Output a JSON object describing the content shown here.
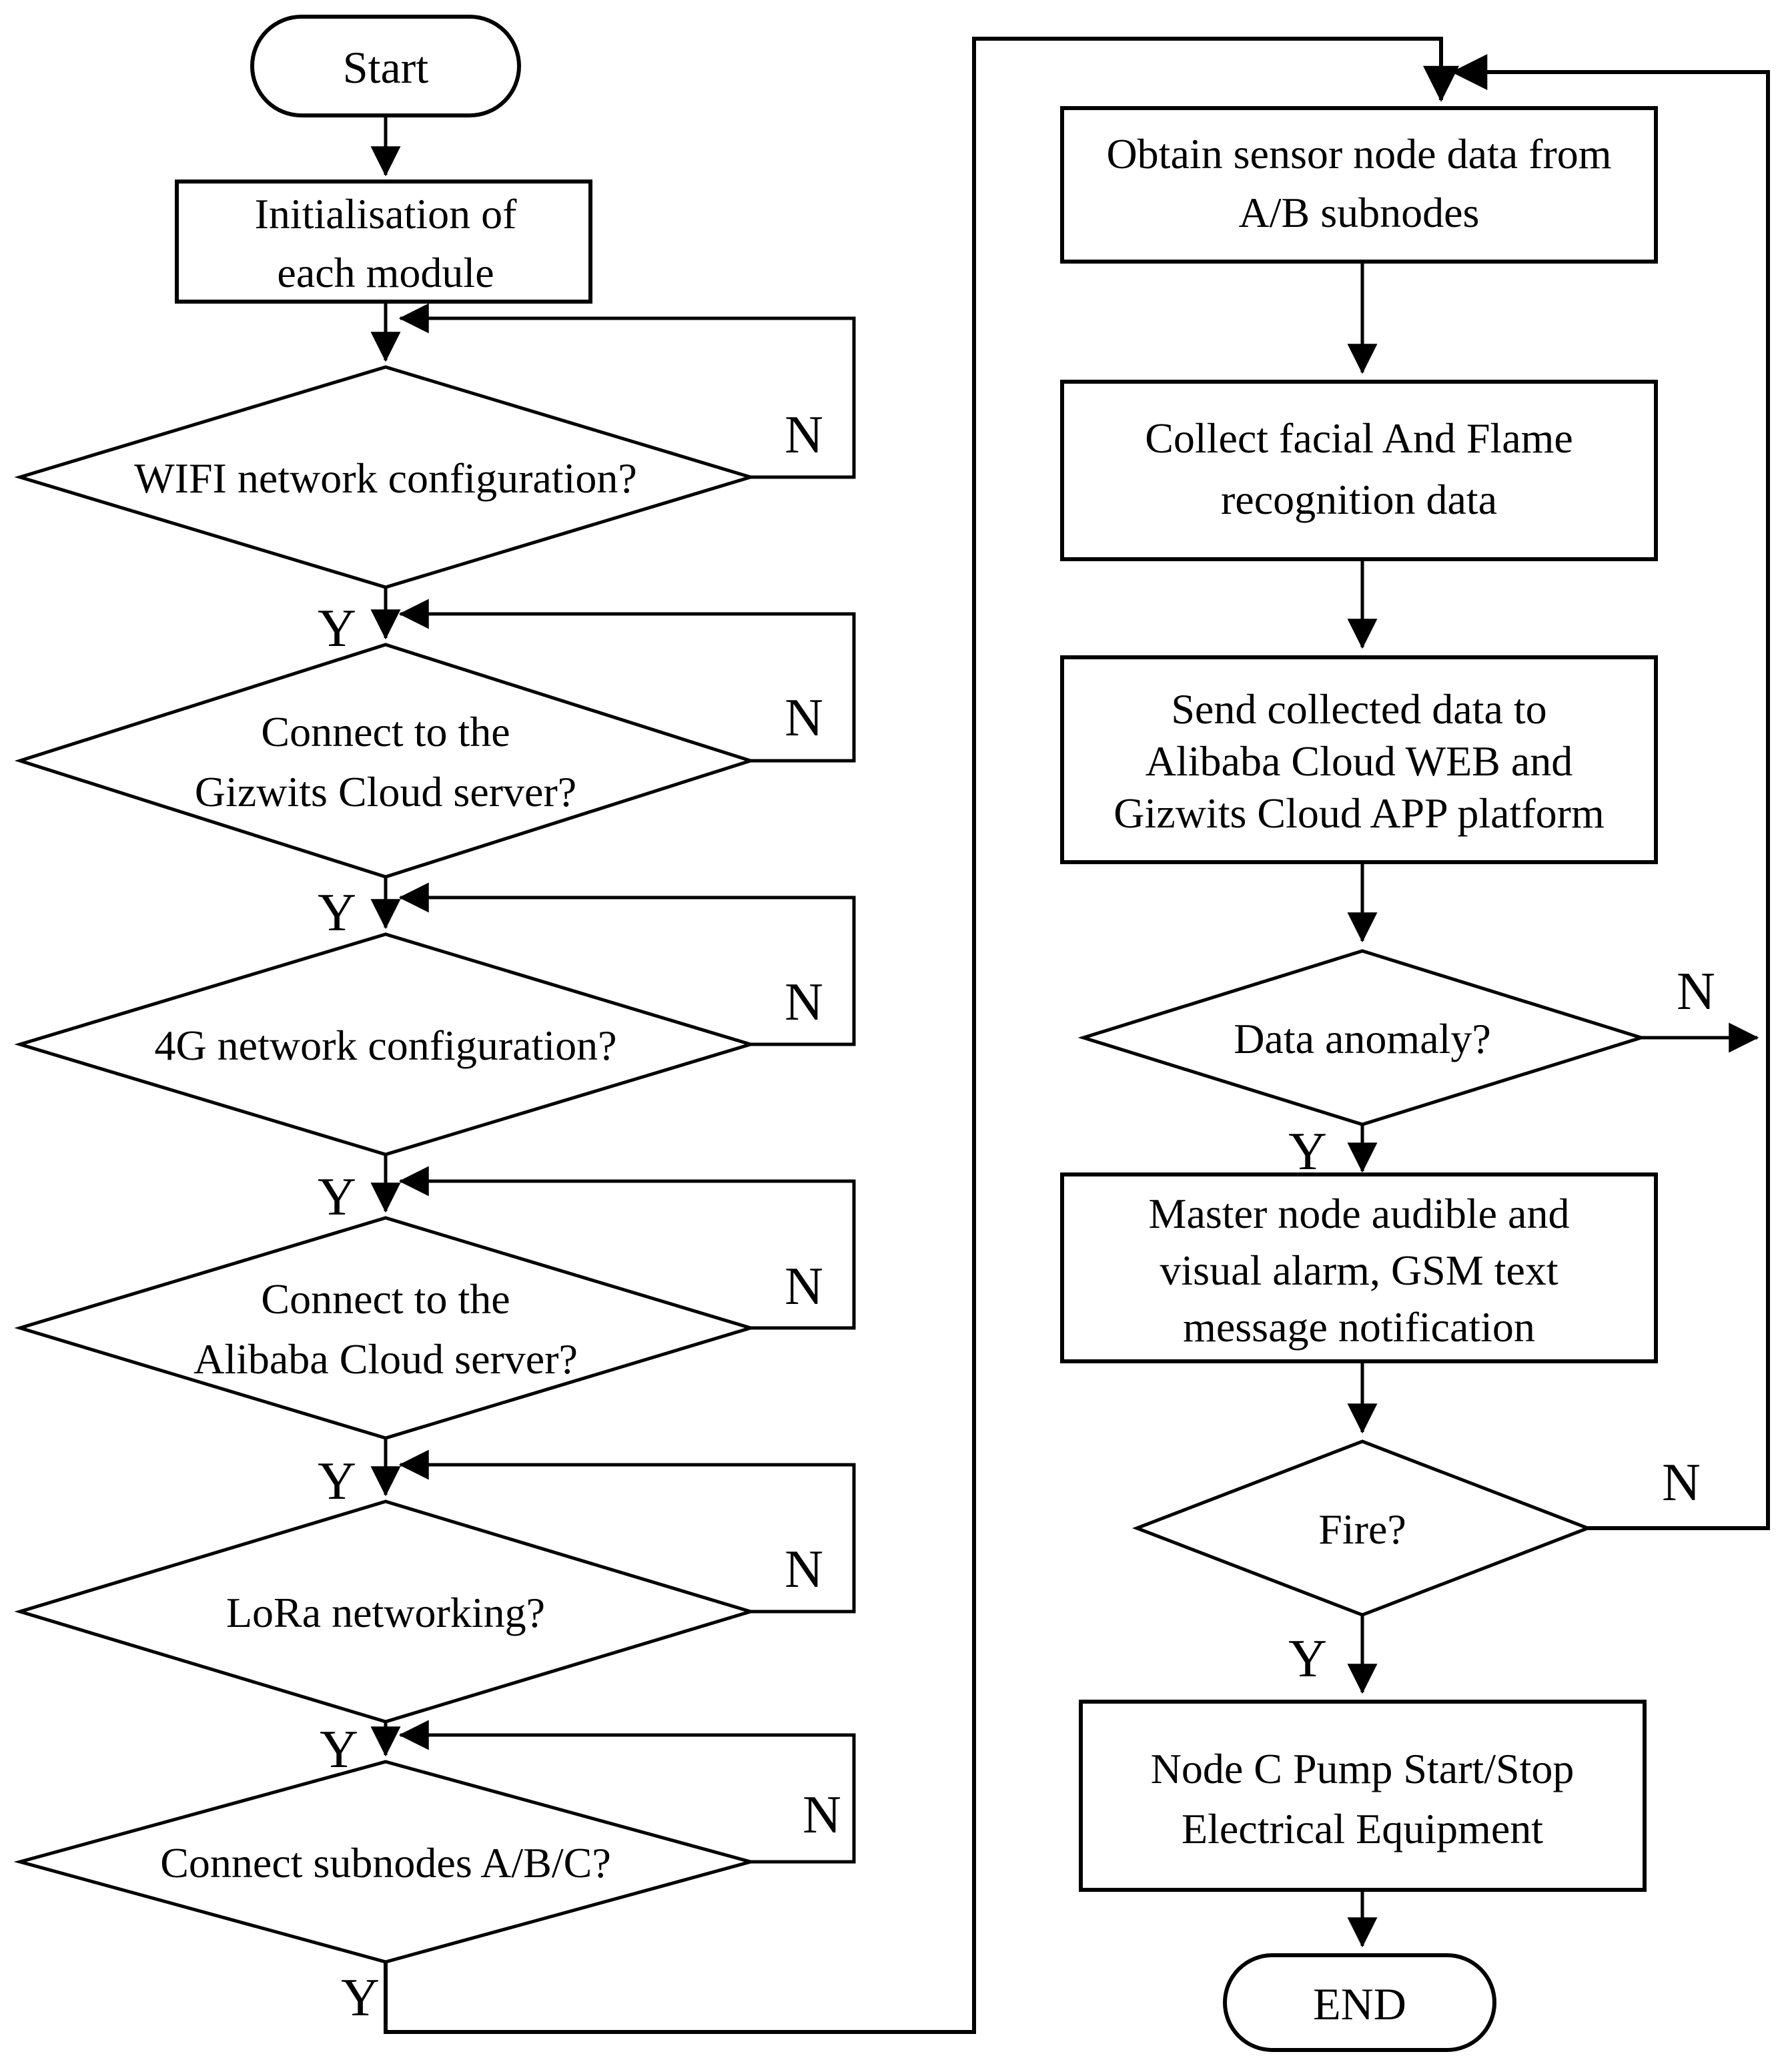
{
  "diagram": {
    "background": "#ffffff",
    "stroke_color": "#000000",
    "text_color": "#000000"
  },
  "nodes": {
    "start": {
      "type": "terminator",
      "lines": [
        "Start"
      ]
    },
    "init": {
      "type": "process",
      "lines": [
        "Initialisation of",
        "each module"
      ]
    },
    "wifi": {
      "type": "decision",
      "lines": [
        "WIFI network configuration?"
      ]
    },
    "gizwits": {
      "type": "decision",
      "lines": [
        "Connect to the",
        "Gizwits Cloud server?"
      ]
    },
    "g4": {
      "type": "decision",
      "lines": [
        "4G network configuration?"
      ]
    },
    "alibaba": {
      "type": "decision",
      "lines": [
        "Connect to the",
        "Alibaba Cloud server?"
      ]
    },
    "lora": {
      "type": "decision",
      "lines": [
        "LoRa networking?"
      ]
    },
    "subnodes": {
      "type": "decision",
      "lines": [
        "Connect subnodes A/B/C?"
      ]
    },
    "obtain": {
      "type": "process",
      "lines": [
        "Obtain sensor node data from",
        "A/B subnodes"
      ]
    },
    "collect": {
      "type": "process",
      "lines": [
        "Collect facial And Flame",
        "recognition data"
      ]
    },
    "send": {
      "type": "process",
      "lines": [
        "Send collected data to",
        "Alibaba Cloud WEB and",
        "Gizwits Cloud APP platform"
      ]
    },
    "anomaly": {
      "type": "decision",
      "lines": [
        "Data anomaly?"
      ]
    },
    "alarm": {
      "type": "process",
      "lines": [
        "Master node audible and",
        "visual alarm, GSM text",
        "message notification"
      ]
    },
    "fire": {
      "type": "decision",
      "lines": [
        "Fire?"
      ]
    },
    "pump": {
      "type": "process",
      "lines": [
        "Node C Pump Start/Stop",
        "Electrical Equipment"
      ]
    },
    "end": {
      "type": "terminator",
      "lines": [
        "END"
      ]
    }
  },
  "branches": {
    "wifi_n": "N",
    "wifi_y": "Y",
    "gizwits_n": "N",
    "gizwits_y": "Y",
    "g4_n": "N",
    "g4_y": "Y",
    "alibaba_n": "N",
    "alibaba_y": "Y",
    "lora_n": "N",
    "lora_y": "Y",
    "subnodes_n": "N",
    "subnodes_y": "Y",
    "anomaly_n": "N",
    "anomaly_y": "Y",
    "fire_n": "N",
    "fire_y": "Y"
  }
}
